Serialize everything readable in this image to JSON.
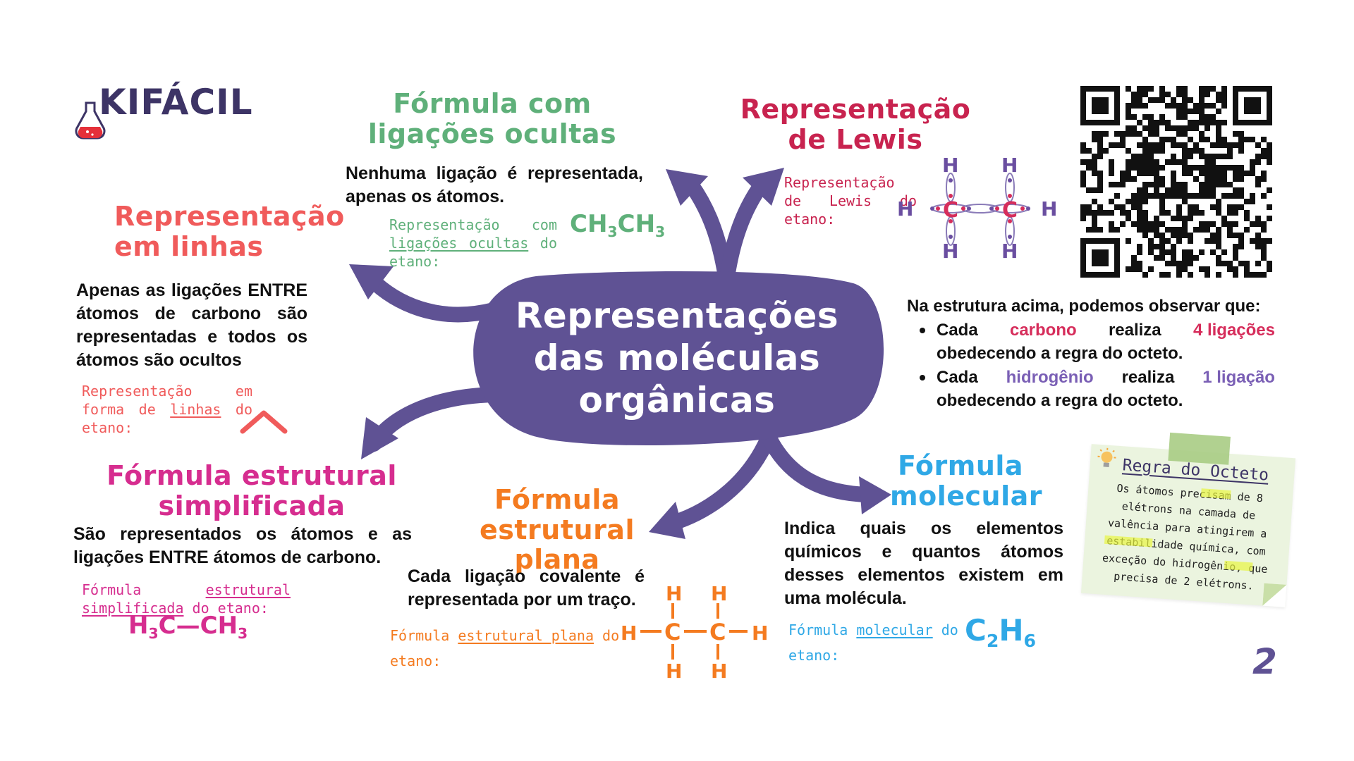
{
  "logo": {
    "text": "KIFÁCIL"
  },
  "center": {
    "title": "Representações das moléculas orgânicas"
  },
  "colors": {
    "purple": "#5f5294",
    "green": "#5fb07a",
    "red": "#f05b5b",
    "crimson": "#c8234f",
    "magenta": "#d62d8f",
    "orange": "#f47b20",
    "blue": "#2fa8e6",
    "violet": "#6a4ea0"
  },
  "oculta": {
    "title": "Fórmula com ligações ocultas",
    "desc": "Nenhuma ligação é representada, apenas os átomos.",
    "note_pre": "Representação com",
    "note_u": "ligações ocultas",
    "note_post": "do etano:",
    "formula": {
      "a": "CH",
      "s1": "3",
      "b": "CH",
      "s2": "3"
    }
  },
  "lewis": {
    "title": "Representação de Lewis",
    "note": "Representação de Lewis do etano:",
    "atoms": {
      "carbon": "C",
      "hydrogen": "H"
    }
  },
  "linhas": {
    "title": "Representação em linhas",
    "desc": "Apenas as ligações ENTRE átomos de carbono são representadas e todos os átomos são ocultos",
    "note_pre": "Representação em forma de",
    "note_u": "linhas",
    "note_post": "do etano:"
  },
  "observe": {
    "intro": "Na estrutura acima, podemos observar que:",
    "items": [
      {
        "a": "Cada",
        "b": "carbono",
        "c": "realiza",
        "d": "4 ligações",
        "e": "obedecendo a regra do octeto."
      },
      {
        "a": "Cada",
        "b": "hidrogênio",
        "c": "realiza",
        "d": "1 ligação",
        "e": "obedecendo a regra do octeto."
      }
    ]
  },
  "simplificada": {
    "title": "Fórmula estrutural simplificada",
    "desc": "São representados os átomos e as ligações ENTRE átomos de carbono.",
    "note_pre": "Fórmula",
    "note_u": "estrutural simplificada",
    "note_post": "do etano:",
    "formula": {
      "a": "H",
      "s1": "3",
      "b": "C—CH",
      "s2": "3"
    }
  },
  "plana": {
    "title": "Fórmula estrutural plana",
    "desc": "Cada ligação covalente é representada por um traço.",
    "note_pre": "Fórmula",
    "note_u": "estrutural plana",
    "note_post": "do etano:",
    "atoms": {
      "carbon": "C",
      "hydrogen": "H"
    }
  },
  "molecular": {
    "title": "Fórmula molecular",
    "desc": "Indica quais os elementos químicos e quantos átomos desses elementos existem em uma molécula.",
    "note_pre": "Fórmula",
    "note_u": "molecular",
    "note_post": "do etano:",
    "formula": {
      "a": "C",
      "s1": "2",
      "b": "H",
      "s2": "6"
    }
  },
  "octeto": {
    "title": "Regra do Octeto",
    "text": "Os átomos precisam de 8 elétrons na camada de valência para atingirem a estabilidade química, com exceção do hidrogênio, que precisa de 2 elétrons."
  },
  "page_number": "2"
}
